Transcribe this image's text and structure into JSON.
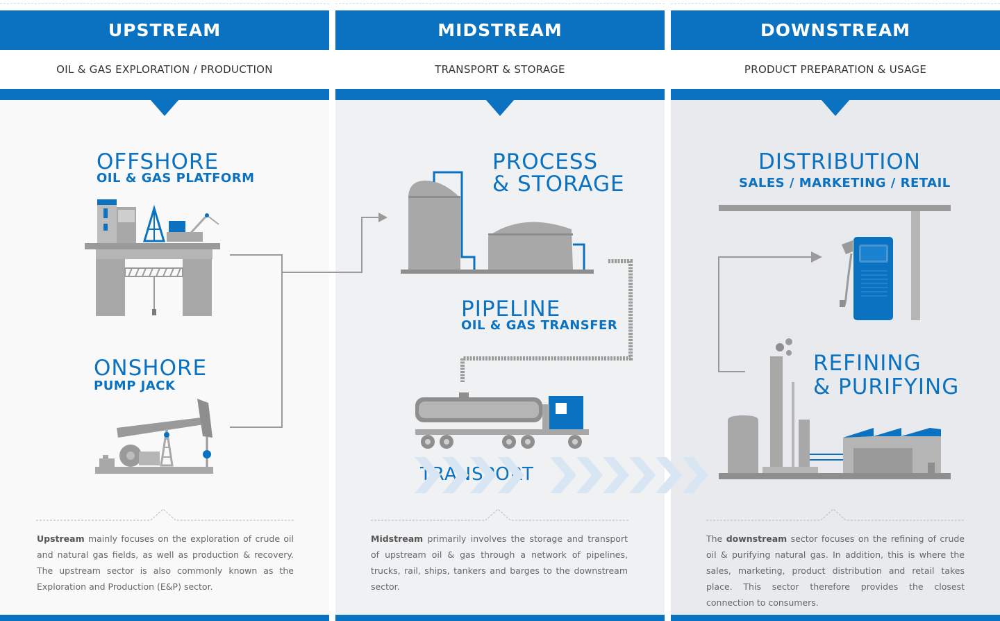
{
  "columns": [
    {
      "header": "UPSTREAM",
      "subtitle": "OIL & GAS EXPLORATION / PRODUCTION",
      "description": {
        "bold": "Upstream",
        "text": " mainly focuses on the exploration of crude oil and natural gas fields, as well as production & recovery. The upstream sector is also commonly known as the Exploration and Production (E&P) sector."
      }
    },
    {
      "header": "MIDSTREAM",
      "subtitle": "TRANSPORT & STORAGE",
      "description": {
        "bold": "Midstream",
        "text": " primarily involves the storage and transport of upstream oil & gas through a network of pipelines, trucks, rail, ships, tankers and barges to the downstream sector."
      }
    },
    {
      "header": "DOWNSTREAM",
      "subtitle": "PRODUCT PREPARATION & USAGE",
      "description": {
        "prefix": "The ",
        "bold": "downstream",
        "text": " sector focuses on the refining of crude oil & purifying natural gas. In addition, this is where the sales, marketing, product distribution and retail takes place. This sector therefore provides the closest connection to consumers."
      }
    }
  ],
  "stages": {
    "offshore": {
      "title": "OFFSHORE",
      "subtitle": "OIL & GAS PLATFORM",
      "icon": "oil-platform-icon"
    },
    "onshore": {
      "title": "ONSHORE",
      "subtitle": "PUMP JACK",
      "icon": "pump-jack-icon"
    },
    "process": {
      "title_line1": "PROCESS",
      "title_line2": "& STORAGE",
      "icon": "storage-tanks-icon"
    },
    "pipeline": {
      "title": "PIPELINE",
      "subtitle": "OIL & GAS TRANSFER",
      "icon": "pipeline-icon"
    },
    "transport": {
      "title": "TRANSPORT",
      "icon": "tanker-truck-icon"
    },
    "distribution": {
      "title": "DISTRIBUTION",
      "subtitle": "SALES / MARKETING / RETAIL",
      "icon": "fuel-pump-icon"
    },
    "refining": {
      "title_line1": "REFINING",
      "title_line2": "& PURIFYING",
      "icon": "refinery-icon"
    }
  },
  "colors": {
    "brand_blue": "#0a72c1",
    "gray": "#a8a8a8",
    "dark_gray": "#8e8e8e",
    "light_chevron": "#d8e6f4"
  }
}
